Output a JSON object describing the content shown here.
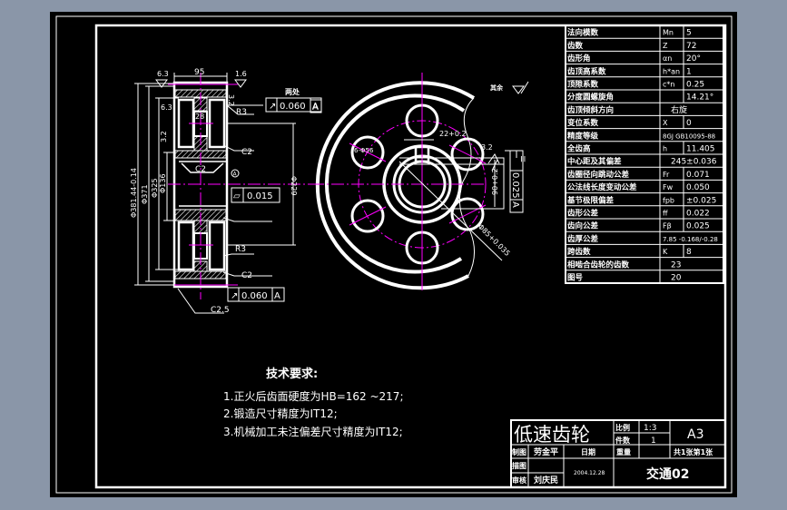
{
  "colors": {
    "background": "#8a96a8",
    "sheet": "#000000",
    "line": "#ffffff",
    "centerline": "#ff00ff"
  },
  "param_table": {
    "rows": [
      {
        "name": "法向模数",
        "symbol": "Mn",
        "value": "5"
      },
      {
        "name": "齿数",
        "symbol": "Z",
        "value": "72"
      },
      {
        "name": "齿形角",
        "symbol": "αn",
        "value": "20°"
      },
      {
        "name": "齿顶高系数",
        "symbol": "h*an",
        "value": "1"
      },
      {
        "name": "顶隙系数",
        "symbol": "c*n",
        "value": "0.25"
      },
      {
        "name": "分度圆螺旋角",
        "symbol": "",
        "value": "14.21°"
      },
      {
        "name": "齿顶倾斜方向",
        "span": "右旋"
      },
      {
        "name": "变位系数",
        "symbol": "X",
        "value": "0"
      },
      {
        "name": "精度等级",
        "span": "8GJ GB10095-88"
      },
      {
        "name": "全齿高",
        "symbol": "h",
        "value": "11.405"
      },
      {
        "name": "中心距及其偏差",
        "span": "245±0.036"
      },
      {
        "name": "齿圈径向跳动公差",
        "symbol": "Fr",
        "value": "0.071"
      },
      {
        "name": "公法线长度变动公差",
        "symbol": "Fw",
        "value": "0.050"
      },
      {
        "name": "基节极限偏差",
        "symbol": "fpb",
        "value": "±0.025"
      },
      {
        "name": "齿形公差",
        "symbol": "ff",
        "value": "0.022"
      },
      {
        "name": "齿向公差",
        "symbol": "Fβ",
        "value": "0.025"
      },
      {
        "name": "齿厚公差",
        "span": "7.85 -0.168/-0.28"
      },
      {
        "name": "跨齿数",
        "symbol": "K",
        "value": "8"
      },
      {
        "name": "相啮合齿轮的齿数",
        "span": "23"
      },
      {
        "name": "图号",
        "span": "20"
      }
    ]
  },
  "title_block": {
    "part_name": "低速齿轮",
    "scale_label": "比例",
    "scale_value": "1:3",
    "qty_label": "件数",
    "qty_value": "1",
    "sheet_size": "A3",
    "drawn_label": "制图",
    "drawn_by": "劳金平",
    "date_label": "日期",
    "date": "2004.12.28",
    "weight_label": "重量",
    "sheets": "共1张第1张",
    "traced_label": "描图",
    "checked_label": "审核",
    "checked_by": "刘庆民",
    "school": "交通02"
  },
  "tech_requirements": {
    "title": "技术要求:",
    "lines": [
      "1.正火后齿面硬度为HB=162    ~217;",
      "2.锻造尺寸精度为IT12;",
      "3.机械加工未注偏差尺寸精度为IT12;"
    ]
  },
  "side_view": {
    "width": "95",
    "rough_top_left": "6.3",
    "rough_top_right": "1.6",
    "rough_right": "3.2",
    "rough_left": "6.3",
    "rough_left2": "3.2",
    "web": "28",
    "r_top": "R3",
    "r_bottom": "R3",
    "c_top": "C2",
    "c_mid": "C2",
    "c_bottom": "C2",
    "c_chamfer": "C2.5",
    "dia_outer": "Φ381.44-0.14",
    "dia_371": "Φ371",
    "dia_325": "Φ325",
    "dia_136": "Φ136",
    "dia_229": "Φ229",
    "datum": "A",
    "two_places": "两处",
    "runout_top": "0.060",
    "runout_top_datum": "A",
    "flatness": "0.015",
    "runout_bottom": "0.060",
    "runout_bottom_datum": "A"
  },
  "front_view": {
    "datum_box": "A",
    "keyway_width": "22+0.2",
    "keyway_rough": "3.2",
    "keyway_depth": "90+0.2",
    "bore": "Φ85+0.035",
    "holes": "6-Φ56",
    "symmetry_value": "0.025",
    "symmetry_datum": "A",
    "rest_rough": "其余"
  }
}
